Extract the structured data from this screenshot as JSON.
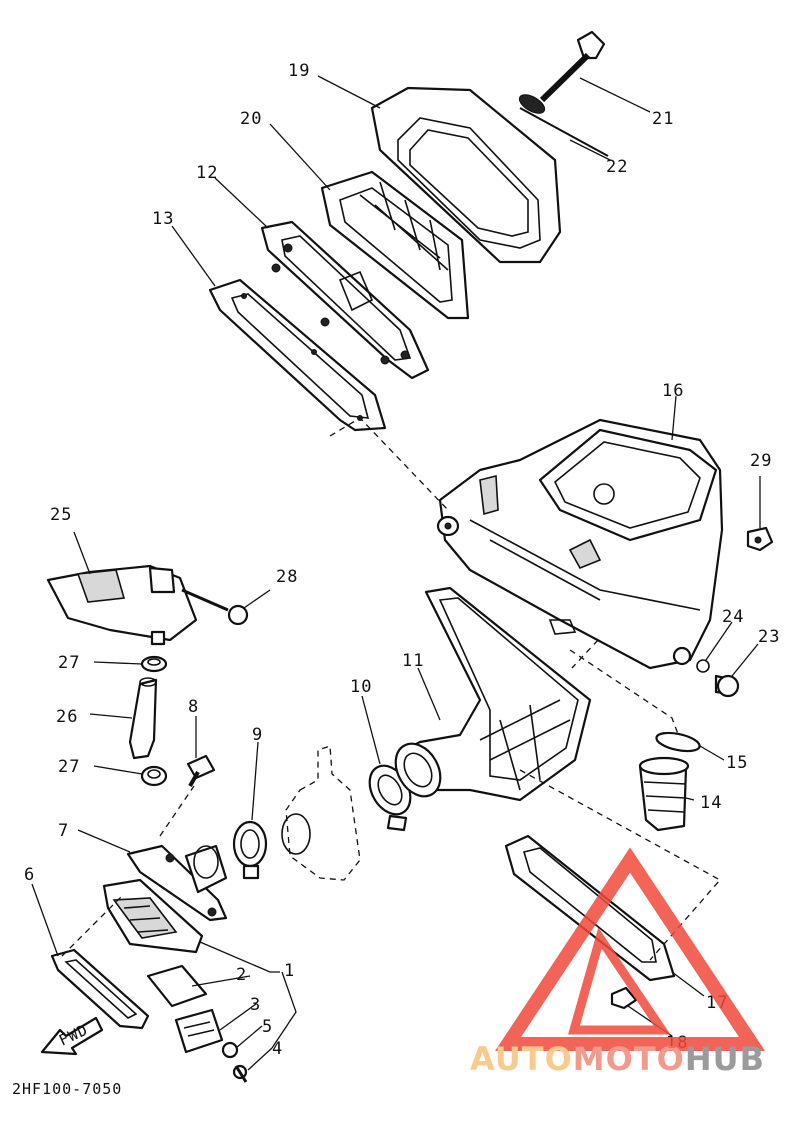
{
  "diagram": {
    "drawing_code": "2HF100-7050",
    "fwd_label": "FWD",
    "callouts": [
      "1",
      "2",
      "3",
      "4",
      "5",
      "6",
      "7",
      "8",
      "9",
      "10",
      "11",
      "12",
      "13",
      "14",
      "15",
      "16",
      "17",
      "18",
      "19",
      "20",
      "21",
      "22",
      "23",
      "24",
      "25",
      "26",
      "27",
      "27",
      "28",
      "29"
    ]
  },
  "watermark": {
    "part1": "AUTO",
    "part2": "MOTO",
    "part3": "HUB",
    "color1": "#f5c27a",
    "color2": "#f08a7a",
    "color3": "#8a8a8a",
    "triangle_color": "#f04a3a"
  },
  "colors": {
    "ink": "#111111",
    "paper": "#ffffff"
  }
}
